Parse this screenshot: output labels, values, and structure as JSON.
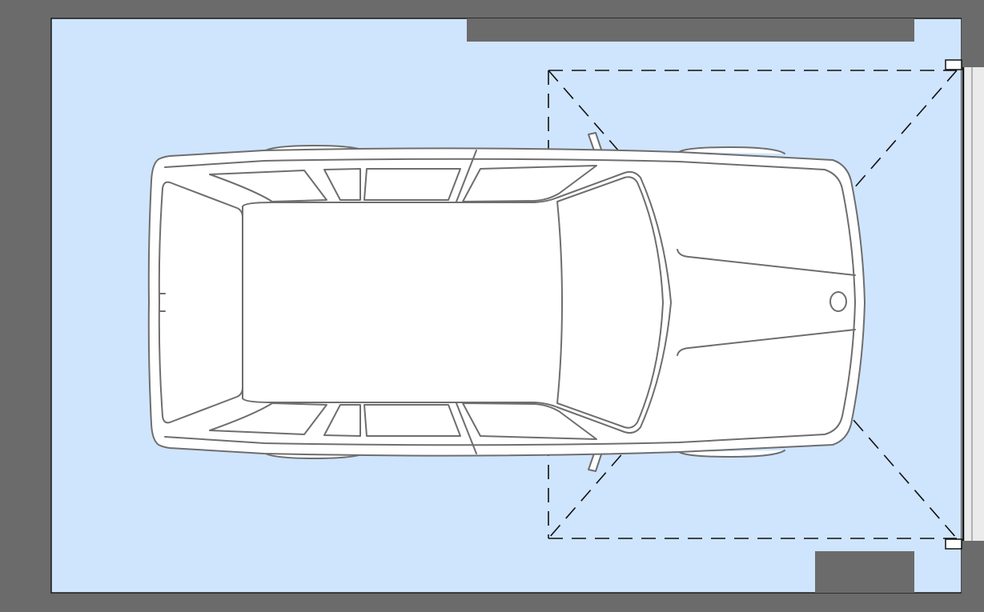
{
  "diagram": {
    "kind": "garage-floor-plan",
    "elements": [
      "wall",
      "floor",
      "garage-door-opening",
      "door-swing-outline",
      "car-top-view"
    ],
    "colors": {
      "wall": "#6b6b6b",
      "floor": "#cfe5fd",
      "line": "#6e6e6e",
      "door_outline": "#000000",
      "car_body": "#ffffff"
    }
  }
}
